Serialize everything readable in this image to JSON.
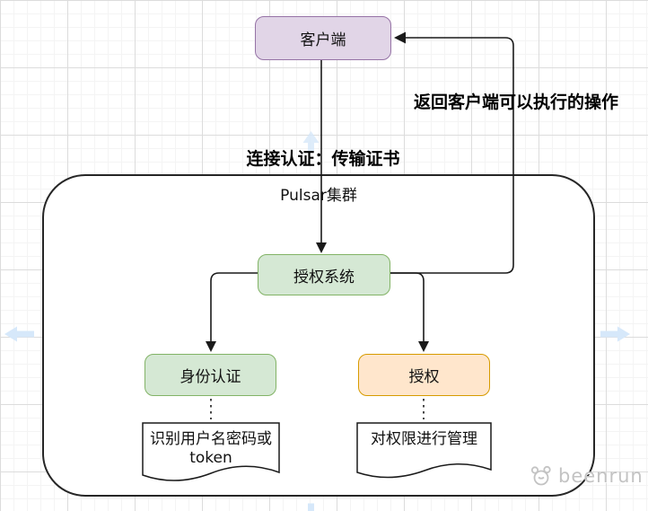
{
  "container": {
    "label": "Pulsar集群"
  },
  "nodes": {
    "client": {
      "label": "客户端",
      "fill": "#E1D5E7",
      "border": "#9673A6"
    },
    "auth_system": {
      "label": "授权系统",
      "fill": "#D5E8D4",
      "border": "#82B366"
    },
    "identity_auth": {
      "label": "身份认证",
      "fill": "#D5E8D4",
      "border": "#82B366"
    },
    "authorization": {
      "label": "授权",
      "fill": "#FFE6CC",
      "border": "#D79B00"
    }
  },
  "annotations": {
    "return_ops": "返回客户端可以执行的操作",
    "conn_auth": "连接认证：传输证书"
  },
  "documents": {
    "identity_note": "识别用户名密码或token",
    "authz_note": "对权限进行管理"
  },
  "edges": {
    "client_to_auth_system": "solid-arrow-down",
    "auth_system_to_client": "solid-arrow-return",
    "auth_system_to_identity": "solid-arrow-down",
    "auth_system_to_authorization": "solid-arrow-down",
    "identity_to_note": "dotted",
    "authorization_to_note": "dotted"
  },
  "watermark": {
    "label": "beenrun"
  },
  "colors": {
    "connector": "#1a1a1a",
    "container_border": "#262626",
    "hint_arrow": "#d6e8fa",
    "grid_minor": "#f4f4f4",
    "grid_major": "#dcdcdc",
    "watermark": "#c3c3c3"
  }
}
